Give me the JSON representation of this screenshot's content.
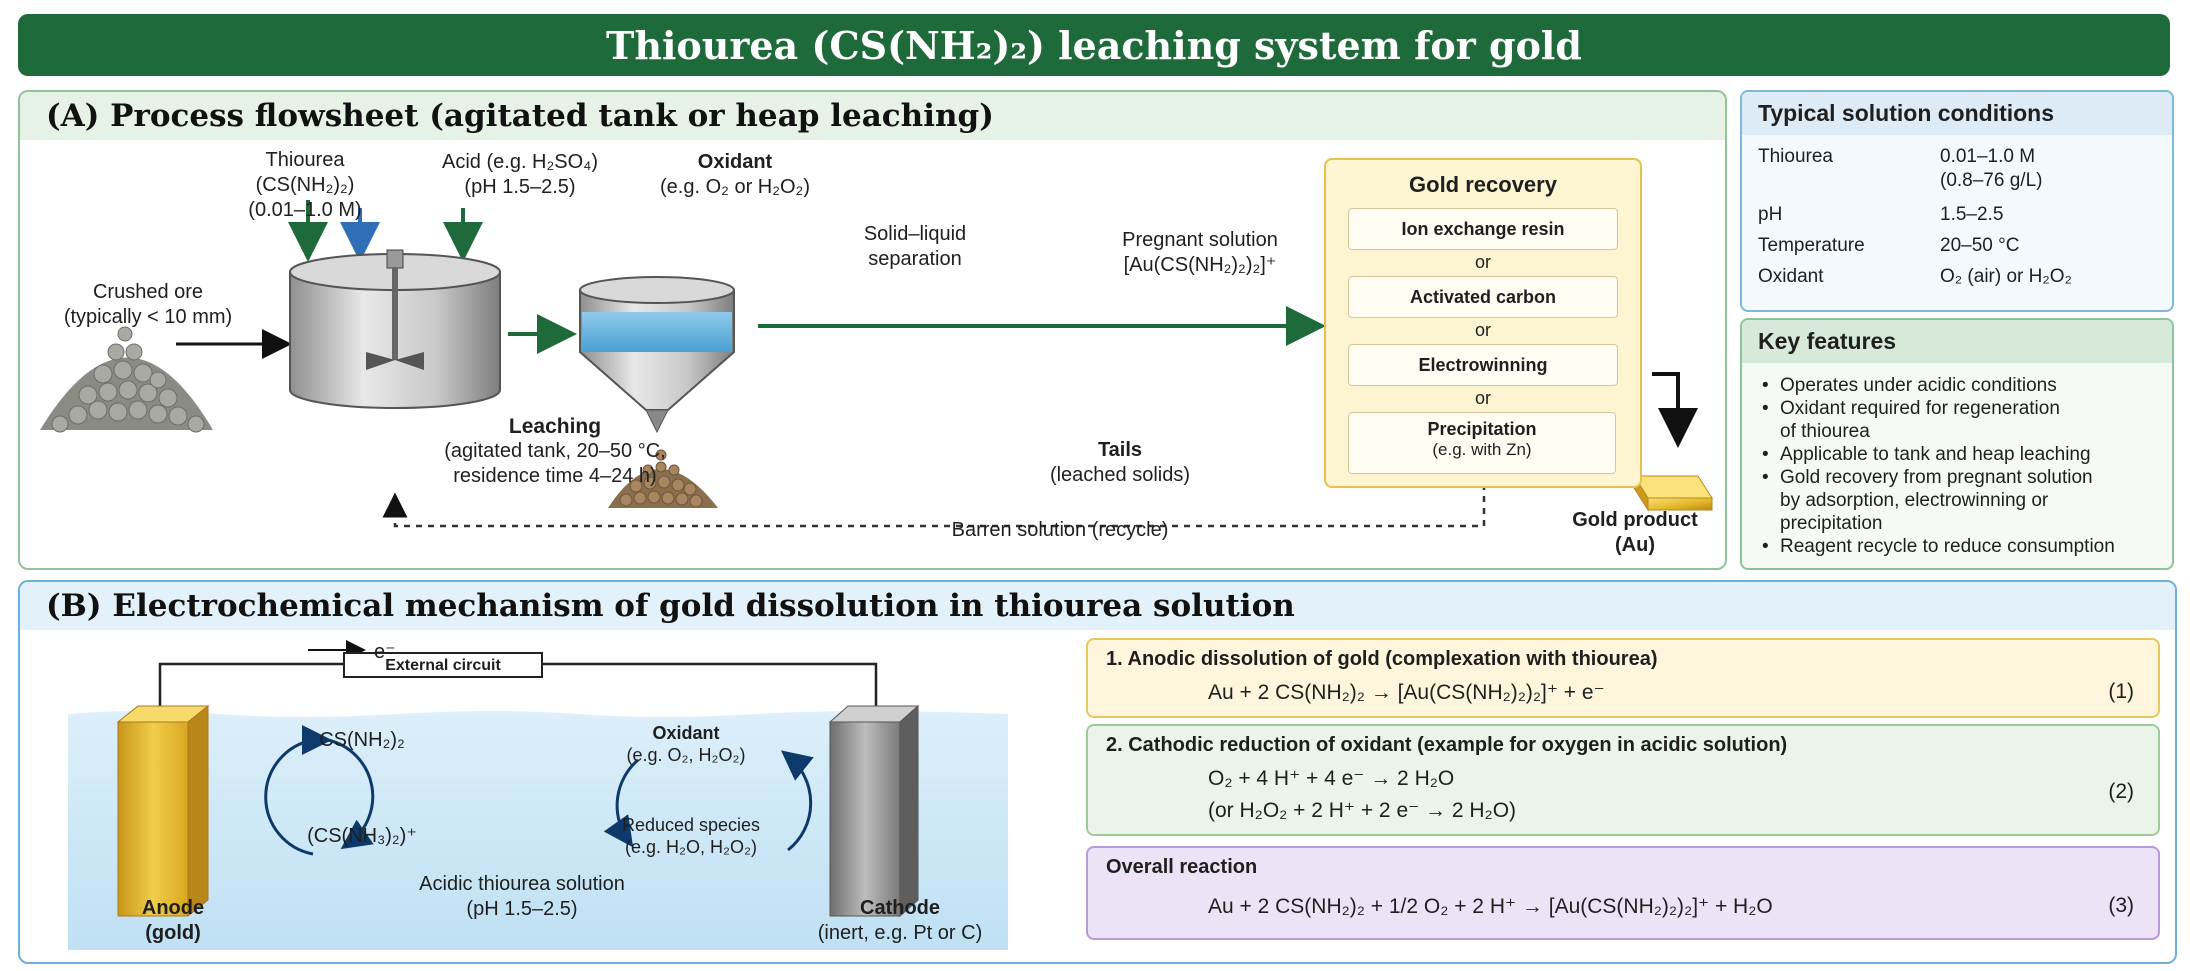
{
  "title": "Thiourea (CS(NH₂)₂) leaching system for gold",
  "panel_a": {
    "title": "(A)  Process flowsheet (agitated tank or heap leaching)",
    "thiourea": [
      "Thiourea",
      "(CS(NH₂)₂)",
      "(0.01–1.0 M)"
    ],
    "acid": [
      "Acid (e.g. H₂SO₄)",
      "(pH 1.5–2.5)"
    ],
    "oxidant_title": "Oxidant",
    "oxidant_sub": "(e.g. O₂ or H₂O₂)",
    "crushed_ore": [
      "Crushed ore",
      "(typically < 10 mm)"
    ],
    "leaching_title": "Leaching",
    "leaching_sub": [
      "(agitated tank, 20–50 °C,",
      "residence time 4–24 h)"
    ],
    "separation": [
      "Solid–liquid",
      "separation"
    ],
    "pregnant": [
      "Pregnant solution",
      "[Au(CS(NH₂)₂)₂]⁺"
    ],
    "tails_title": "Tails",
    "tails_sub": "(leached solids)",
    "barren": "Barren solution (recycle)",
    "gold_product": [
      "Gold product",
      "(Au)"
    ],
    "recovery": {
      "title": "Gold recovery",
      "items": [
        "Ion exchange resin",
        "Activated carbon",
        "Electrowinning",
        "Precipitation"
      ],
      "precip_sub": "(e.g. with Zn)",
      "or": "or"
    }
  },
  "conditions": {
    "title": "Typical solution conditions",
    "rows": [
      {
        "k": "Thiourea",
        "v": "0.01–1.0 M",
        "v2": "(0.8–76 g/L)"
      },
      {
        "k": "pH",
        "v": "1.5–2.5"
      },
      {
        "k": "Temperature",
        "v": "20–50 °C"
      },
      {
        "k": "Oxidant",
        "v": "O₂ (air) or H₂O₂"
      }
    ]
  },
  "key_features": {
    "title": "Key features",
    "items": [
      [
        "Operates under acidic conditions"
      ],
      [
        "Oxidant required for regeneration",
        "of thiourea"
      ],
      [
        "Applicable to tank and heap leaching"
      ],
      [
        "Gold recovery from pregnant solution",
        "by adsorption, electrowinning or",
        "precipitation"
      ],
      [
        "Reagent recycle to reduce consumption"
      ]
    ]
  },
  "panel_b": {
    "title": "(B)  Electrochemical mechanism of gold dissolution in thiourea solution",
    "electron": "e⁻",
    "external_circuit": "External circuit",
    "cs": "CS(NH₂)₂",
    "cs_h": "(CS(NH₃)₂)⁺",
    "oxidant_title": "Oxidant",
    "oxidant_sub": "(e.g. O₂, H₂O₂)",
    "reduced": "Reduced species",
    "reduced_sub": "(e.g. H₂O, H₂O₂)",
    "anode": [
      "Anode",
      "(gold)"
    ],
    "cathode_title": "Cathode",
    "cathode_sub": "(inert, e.g. Pt or C)",
    "solution": [
      "Acidic thiourea solution",
      "(pH 1.5–2.5)"
    ]
  },
  "equations": [
    {
      "title": "1. Anodic dissolution of gold (complexation with thiourea)",
      "lines": [
        "Au + 2 CS(NH₂)₂ → [Au(CS(NH₂)₂)₂]⁺ + e⁻"
      ],
      "num": "(1)"
    },
    {
      "title": "2. Cathodic reduction of oxidant (example for oxygen in acidic solution)",
      "lines": [
        "O₂ + 4 H⁺ + 4 e⁻ → 2 H₂O",
        "(or H₂O₂ + 2 H⁺ + 2 e⁻ → 2 H₂O)"
      ],
      "num": "(2)"
    },
    {
      "title": "Overall reaction",
      "lines": [
        "Au + 2 CS(NH₂)₂ + 1/2 O₂ + 2 H⁺ → [Au(CS(NH₂)₂)₂]⁺ + H₂O"
      ],
      "num": "(3)"
    }
  ],
  "colors": {
    "title_bg": "#1f6a3b",
    "arrow_green": "#1f6a3b",
    "arrow_blue": "#2e6fb7",
    "gold": "#e3b524",
    "solution_blue": "#cfe6f5"
  }
}
